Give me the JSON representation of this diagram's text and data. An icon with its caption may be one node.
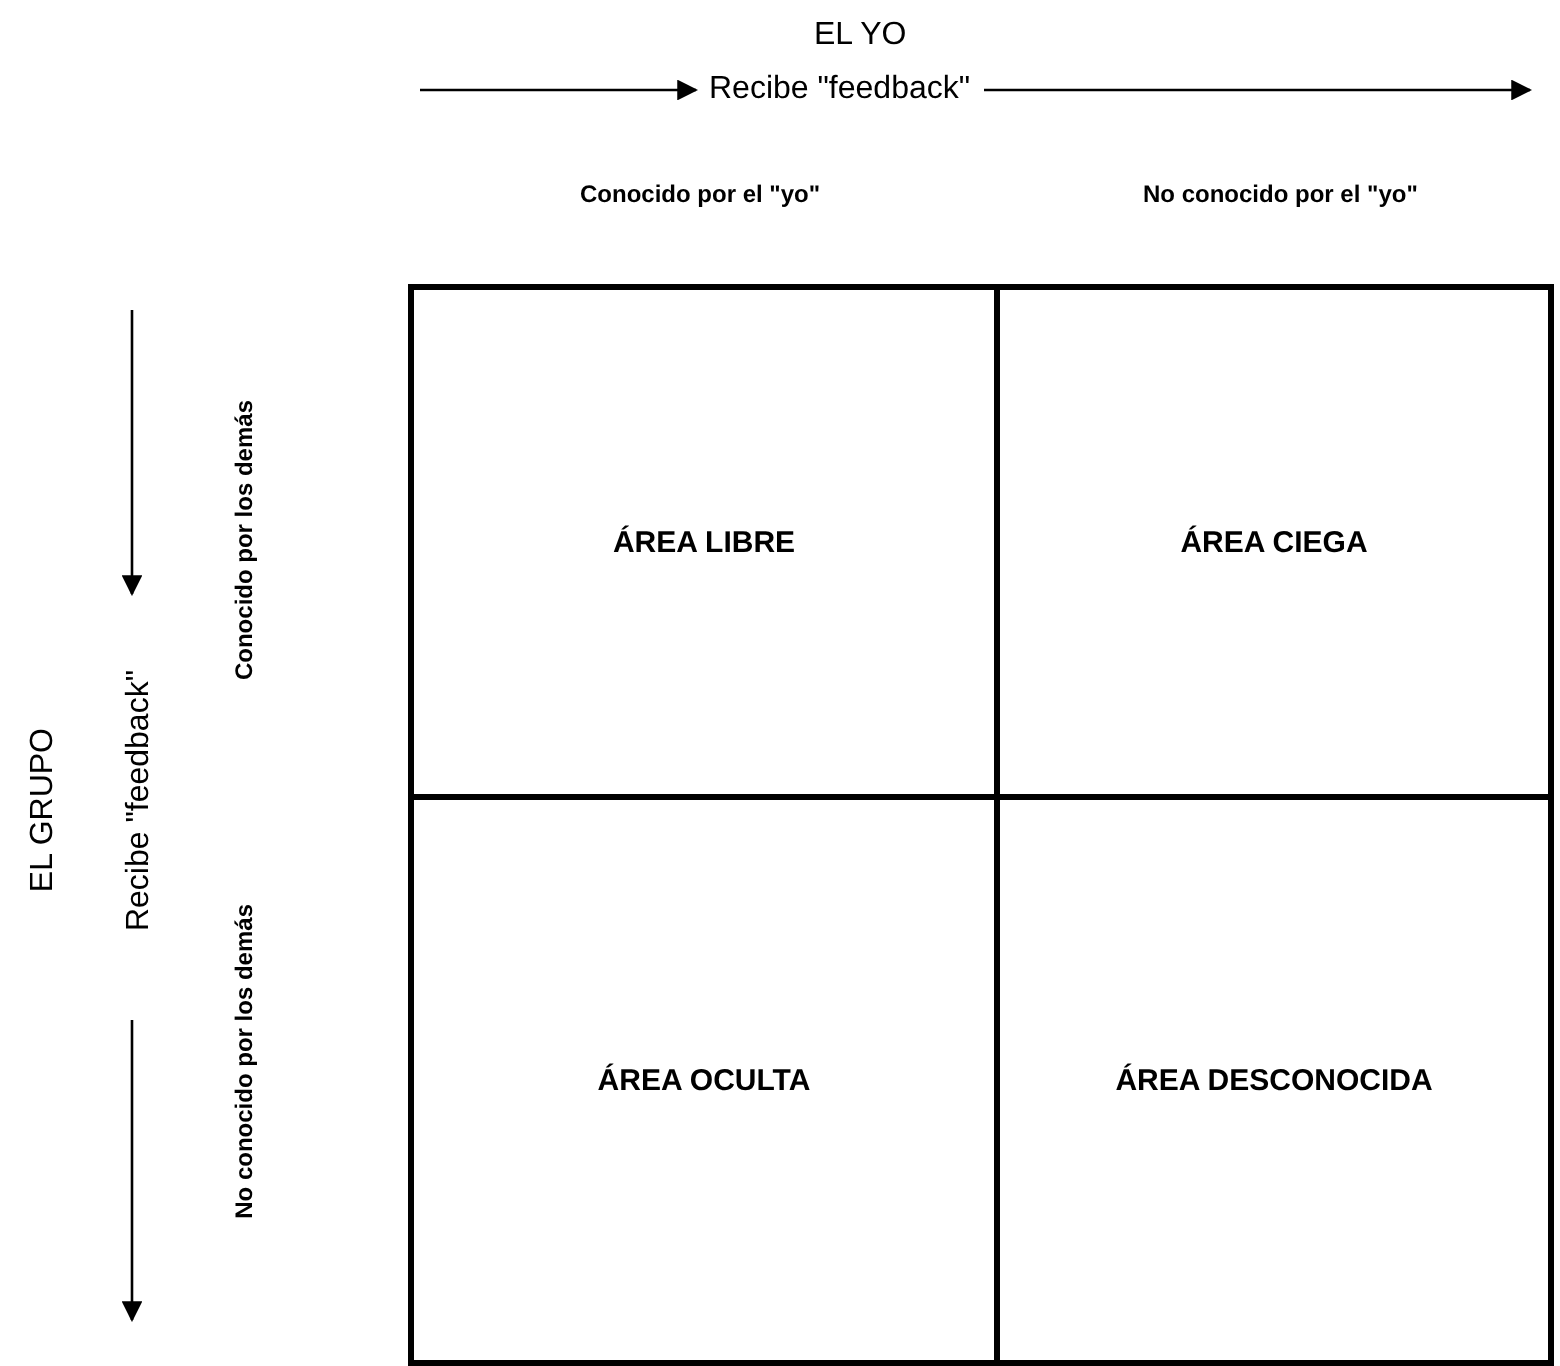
{
  "diagram": {
    "nodes": [
      {
        "text": [
          "ÁREA LIBRE"
        ]
      },
      {
        "text": [
          "ÁREA CIEGA"
        ]
      },
      {
        "text": [
          "ÁREA OCULTA"
        ]
      },
      {
        "text": [
          "ÁREA DESCONOCIDA"
        ]
      }
    ],
    "labels": [
      "EL YO",
      "Recibe \"feedback\"",
      "Conocido por el \"yo\"",
      "No conocido por el \"yo\"",
      "EL GRUPO",
      "Recibe \"feedback\"",
      "Conocido por los demás",
      "No conocido por los demás"
    ]
  }
}
